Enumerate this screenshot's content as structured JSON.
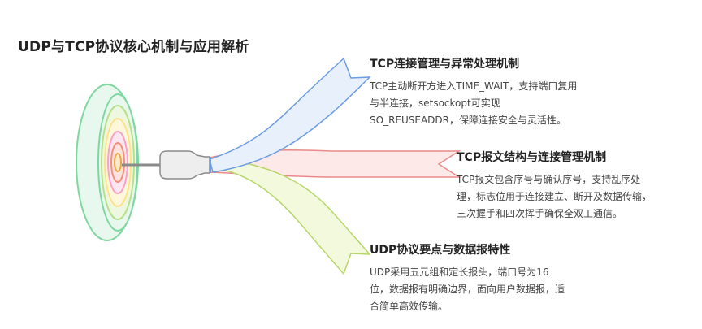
{
  "title": "UDP与TCP协议核心机制与应用解析",
  "colors": {
    "blue": "#6b9be0",
    "blue_fill": "#e8f0fc",
    "red": "#e98a8a",
    "red_fill": "#fde9e8",
    "green": "#b7d66a",
    "green_fill": "#f3f9dc",
    "ring_outer": "#7fd6a0",
    "ring_2": "#b6e08a",
    "ring_3": "#ffe28a",
    "ring_4": "#f7a2c6",
    "ring_5": "#f58f7a",
    "ring_center": "#e9a84a",
    "dart_body": "#eeeeee",
    "dart_stroke": "#8a8a8a"
  },
  "blocks": [
    {
      "title": "TCP连接管理与异常处理机制",
      "text": "TCP主动断开方进入TIME_WAIT，支持端口复用与半连接，setsockopt可实现SO_REUSEADDR，保障连接安全与灵活性。"
    },
    {
      "title": "TCP报文结构与连接管理机制",
      "text": "TCP报文包含序号与确认序号，支持乱序处理，标志位用于连接建立、断开及数据传输，三次握手和四次挥手确保全双工通信。"
    },
    {
      "title": "UDP协议要点与数据报特性",
      "text": "UDP采用五元组和定长报头，端口号为16位，数据报有明确边界，面向用户数据报，适合简单高效传输。"
    }
  ]
}
